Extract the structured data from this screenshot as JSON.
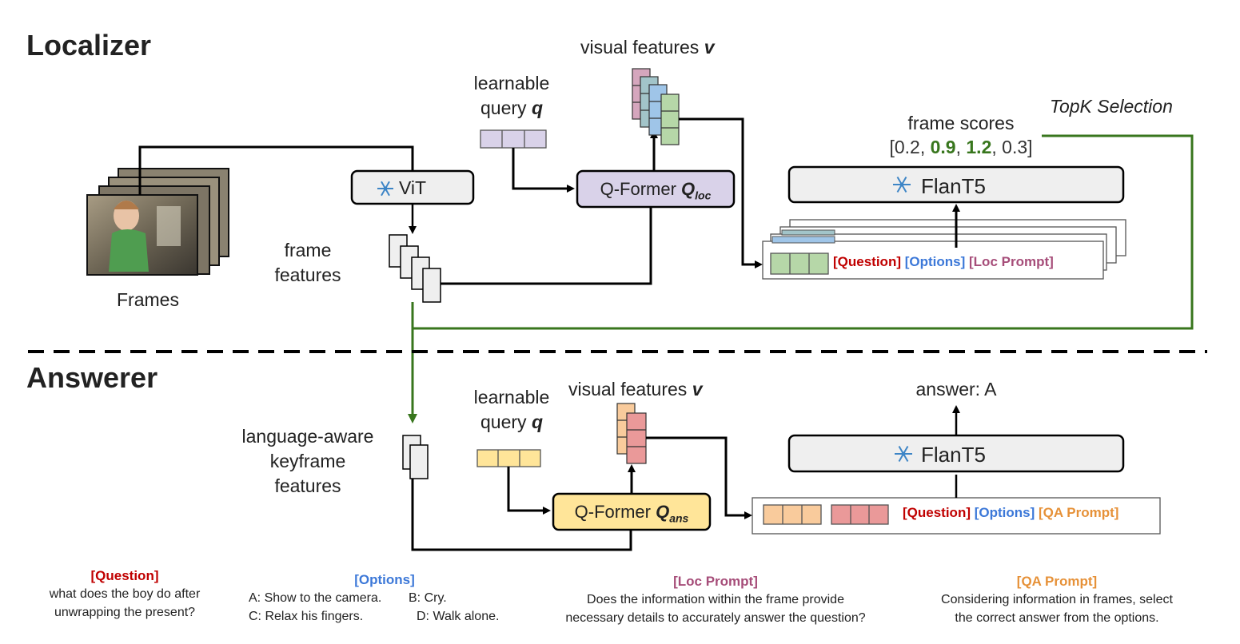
{
  "localizer": {
    "title": "Localizer",
    "frames_label": "Frames",
    "vit_label": "ViT",
    "frame_features_label": [
      "frame",
      "features"
    ],
    "learnable_query_label": [
      "learnable",
      "query "
    ],
    "learnable_query_symbol": "q",
    "qformer_label": "Q-Former ",
    "qformer_symbol": "Q",
    "qformer_subscript": "loc",
    "visual_features_label": "visual features ",
    "visual_features_symbol": "v",
    "llm_label": "FlanT5",
    "frame_scores_label": "frame scores",
    "frame_scores": [
      "0.2",
      "0.9",
      "1.2",
      "0.3"
    ],
    "frame_scores_highlight": [
      false,
      true,
      true,
      false
    ],
    "topk_label": "TopK Selection",
    "input_tags": [
      "[Question]",
      "[Options]",
      "[Loc Prompt]"
    ]
  },
  "answerer": {
    "title": "Answerer",
    "keyframe_label": [
      "language-aware",
      "keyframe",
      "features"
    ],
    "learnable_query_label": [
      "learnable",
      "query "
    ],
    "learnable_query_symbol": "q",
    "qformer_label": "Q-Former ",
    "qformer_symbol": "Q",
    "qformer_subscript": "ans",
    "visual_features_label": "visual features ",
    "visual_features_symbol": "v",
    "llm_label": "FlanT5",
    "answer_label": "answer: A",
    "input_tags": [
      "[Question]",
      "[Options]",
      "[QA Prompt]"
    ]
  },
  "legend": {
    "question": {
      "tag": "[Question]",
      "lines": [
        "what does the boy do after",
        "unwrapping the present?"
      ]
    },
    "options": {
      "tag": "[Options]",
      "items": [
        "A: Show to the camera.",
        "B: Cry.",
        "C: Relax his fingers.",
        "D: Walk alone."
      ]
    },
    "loc_prompt": {
      "tag": "[Loc Prompt]",
      "lines": [
        "Does the information within the frame provide",
        "necessary details to accurately answer the question?"
      ]
    },
    "qa_prompt": {
      "tag": "[QA Prompt]",
      "lines": [
        "Considering information in frames, select",
        "the correct answer from the options."
      ]
    }
  },
  "icons": {
    "frozen": "snowflake-icon"
  },
  "colors": {
    "question": "#c00000",
    "options": "#3c78d8",
    "loc_prompt": "#a64d79",
    "qa_prompt": "#e69138",
    "selection": "#38761d",
    "vit_fill": "#efefef",
    "flant5_fill": "#efefef",
    "qformer_loc_fill": "#d9d2e9",
    "qformer_ans_fill": "#ffe599",
    "query_loc_fill": "#d9d2e9",
    "query_ans_fill": "#ffe599",
    "feature_green": "#b6d7a8",
    "feature_blue": "#9fc5e8",
    "feature_teal": "#a2c4c9",
    "feature_pink": "#d5a6bd",
    "feature_orange": "#f9cb9c",
    "feature_red": "#ea9999",
    "snowflake": "#3d85c6"
  }
}
